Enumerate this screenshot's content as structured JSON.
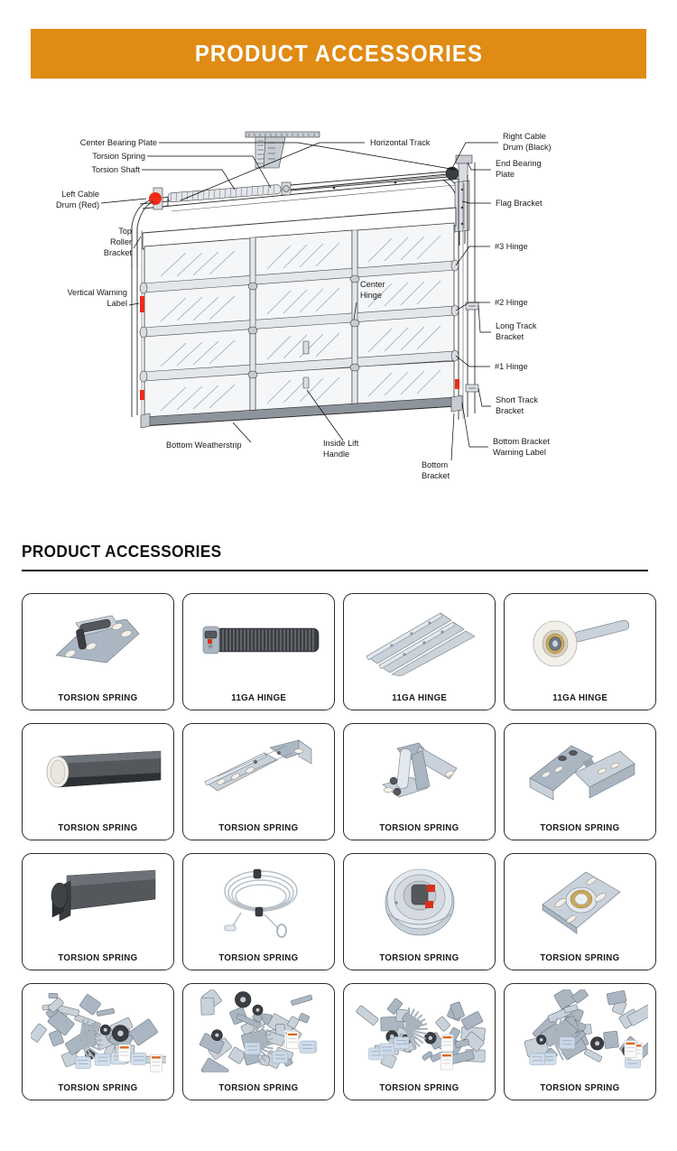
{
  "banner": {
    "title": "PRODUCT ACCESSORIES"
  },
  "diagram": {
    "labels": {
      "center_bearing_plate": "Center Bearing Plate",
      "torsion_spring": "Torsion Spring",
      "torsion_shaft": "Torsion Shaft",
      "left_cable_drum_l1": "Left Cable",
      "left_cable_drum_l2": "Drum (Red)",
      "top_roller_bracket_l1": "Top",
      "top_roller_bracket_l2": "Roller",
      "top_roller_bracket_l3": "Bracket",
      "vertical_warning_label_l1": "Vertical Warning",
      "vertical_warning_label_l2": "Label",
      "horizontal_track": "Horizontal Track",
      "right_cable_drum_l1": "Right Cable",
      "right_cable_drum_l2": "Drum (Black)",
      "end_bearing_plate_l1": "End Bearing",
      "end_bearing_plate_l2": "Plate",
      "flag_bracket": "Flag Bracket",
      "hinge3": "#3 Hinge",
      "hinge2": "#2 Hinge",
      "hinge1": "#1 Hinge",
      "long_track_bracket_l1": "Long Track",
      "long_track_bracket_l2": "Bracket",
      "short_track_bracket_l1": "Short Track",
      "short_track_bracket_l2": "Bracket",
      "bottom_bracket_warning_l1": "Bottom Bracket",
      "bottom_bracket_warning_l2": "Warning Label",
      "center_hinge_l1": "Center",
      "center_hinge_l2": "Hinge",
      "bottom_weatherstrip": "Bottom Weatherstrip",
      "inside_lift_handle_l1": "Inside Lift",
      "inside_lift_handle_l2": "Handle",
      "bottom_bracket_l1": "Bottom",
      "bottom_bracket_l2": "Bracket"
    }
  },
  "section": {
    "title": "PRODUCT ACCESSORIES"
  },
  "colors": {
    "banner_background": "#e08b14",
    "banner_text": "#ffffff",
    "card_border": "#2a2a2a",
    "heading_text": "#111111",
    "diagram_accent_red": "#ee2b16"
  },
  "accessories": [
    {
      "label": "TORSION SPRING",
      "art": "hinge-bracket"
    },
    {
      "label": "11GA HINGE",
      "art": "torsion-spring-coil"
    },
    {
      "label": "11GA HINGE",
      "art": "track-rails"
    },
    {
      "label": "11GA HINGE",
      "art": "nylon-roller"
    },
    {
      "label": "TORSION SPRING",
      "art": "torsion-shaft"
    },
    {
      "label": "TORSION SPRING",
      "art": "long-track-bracket"
    },
    {
      "label": "TORSION SPRING",
      "art": "center-bearing-bracket"
    },
    {
      "label": "TORSION SPRING",
      "art": "flag-bracket-pair"
    },
    {
      "label": "TORSION SPRING",
      "art": "bottom-weatherstrip"
    },
    {
      "label": "TORSION SPRING",
      "art": "cable-coil"
    },
    {
      "label": "TORSION SPRING",
      "art": "cable-drum"
    },
    {
      "label": "TORSION SPRING",
      "art": "end-bearing-plate"
    },
    {
      "label": "TORSION SPRING",
      "art": "hardware-kit-a"
    },
    {
      "label": "TORSION SPRING",
      "art": "hardware-kit-b"
    },
    {
      "label": "TORSION SPRING",
      "art": "hardware-kit-c"
    },
    {
      "label": "TORSION SPRING",
      "art": "hardware-kit-d"
    }
  ]
}
